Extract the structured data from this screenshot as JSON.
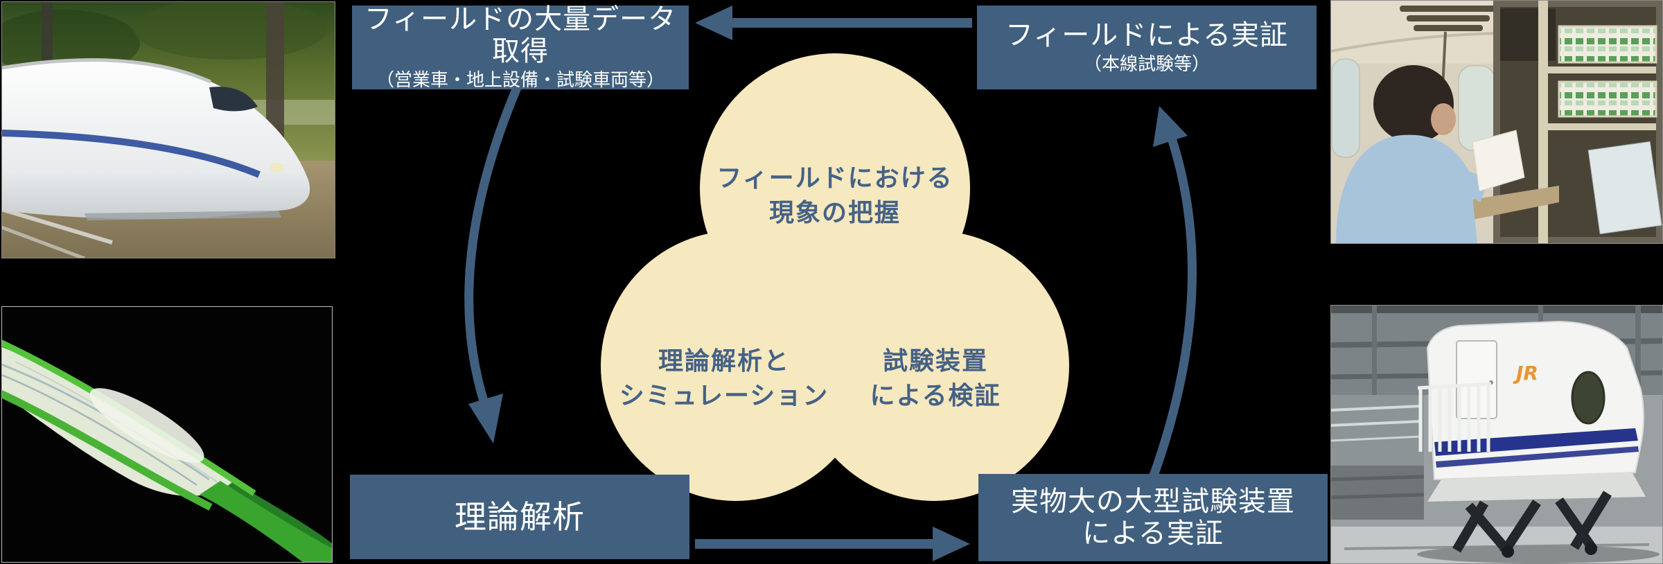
{
  "figure": {
    "colors": {
      "background": "#000000",
      "box_blue": "#41607f",
      "arrow_blue": "#41607f",
      "circle_cream": "#f6e8bf",
      "circle_text_blue": "#456286",
      "box_text": "#ffffff"
    },
    "cycle_boxes": {
      "field_data": {
        "title": "フィールドの大量データ取得",
        "subtitle": "（営業車・地上設備・試験車両等）"
      },
      "field_validation": {
        "title": "フィールドによる実証",
        "subtitle": "（本線試験等）"
      },
      "theory": {
        "title": "理論解析"
      },
      "test_rig_validation": {
        "line1": "実物大の大型試験装置",
        "line2": "による実証"
      }
    },
    "core_circles": {
      "field_phenomena": {
        "line1": "フィールドにおける",
        "line2": "現象の把握"
      },
      "theory_simulation": {
        "line1": "理論解析と",
        "line2": "シミュレーション"
      },
      "test_verification": {
        "line1": "試験装置",
        "line2": "による検証"
      }
    },
    "photos": {
      "large_test_rig": {
        "logo_text": "JR"
      }
    }
  }
}
